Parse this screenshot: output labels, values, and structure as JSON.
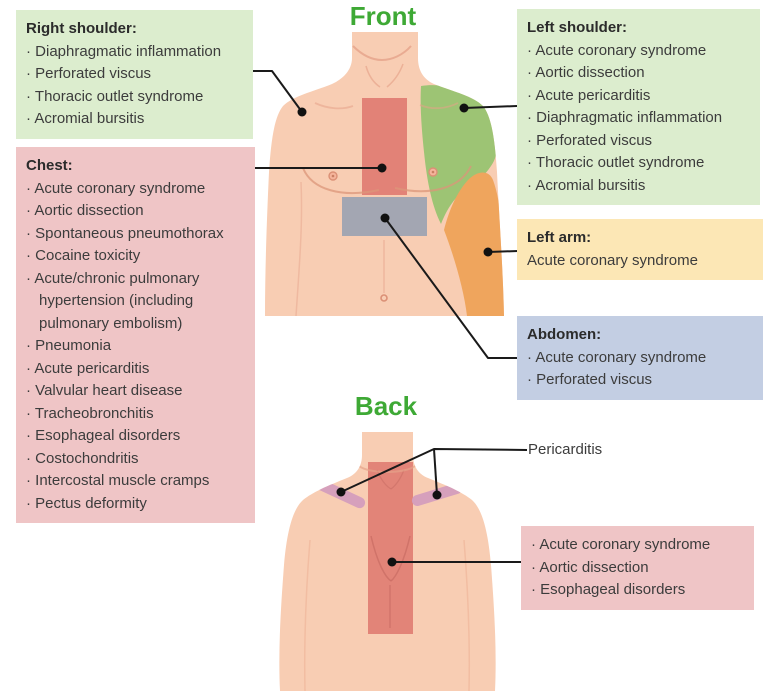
{
  "titles": {
    "front": "Front",
    "back": "Back"
  },
  "labels": {
    "pericarditis": "Pericarditis"
  },
  "boxes": {
    "right_shoulder": {
      "header": "Right shoulder:",
      "items": [
        "Diaphragmatic inflammation",
        "Perforated viscus",
        "Thoracic outlet syndrome",
        "Acromial bursitis"
      ]
    },
    "chest": {
      "header": "Chest:",
      "items": [
        "Acute coronary syndrome",
        "Aortic dissection",
        "Spontaneous pneumothorax",
        "Cocaine toxicity",
        "Acute/chronic pulmonary hypertension (including pulmonary embolism)",
        "Pneumonia",
        "Acute pericarditis",
        "Valvular heart disease",
        "Tracheobronchitis",
        "Esophageal disorders",
        "Costochondritis",
        "Intercostal muscle cramps",
        "Pectus deformity"
      ]
    },
    "left_shoulder": {
      "header": "Left shoulder:",
      "items": [
        "Acute coronary syndrome",
        "Aortic dissection",
        "Acute pericarditis",
        "Diaphragmatic inflammation",
        "Perforated viscus",
        "Thoracic outlet syndrome",
        "Acromial bursitis"
      ]
    },
    "left_arm": {
      "header": "Left arm:",
      "items": [
        "Acute coronary syndrome"
      ]
    },
    "abdomen": {
      "header": "Abdomen:",
      "items": [
        "Acute coronary syndrome",
        "Perforated viscus"
      ]
    },
    "back_referral": {
      "items": [
        "Acute coronary syndrome",
        "Aortic dissection",
        "Esophageal disorders"
      ]
    }
  },
  "colors": {
    "green_box": "#dcedce",
    "pink_box": "#efc5c6",
    "yellow_box": "#fce7b5",
    "blue_box": "#c3cee3",
    "title_green": "#3ea935",
    "skin": "#f8cdb3",
    "region_green": "#9dc474",
    "region_orange": "#efa55d",
    "region_red": "#d96560",
    "region_gray": "#9ea3b2",
    "stripe_pink": "#d49dbd",
    "connector_black": "#1a1a1a"
  }
}
